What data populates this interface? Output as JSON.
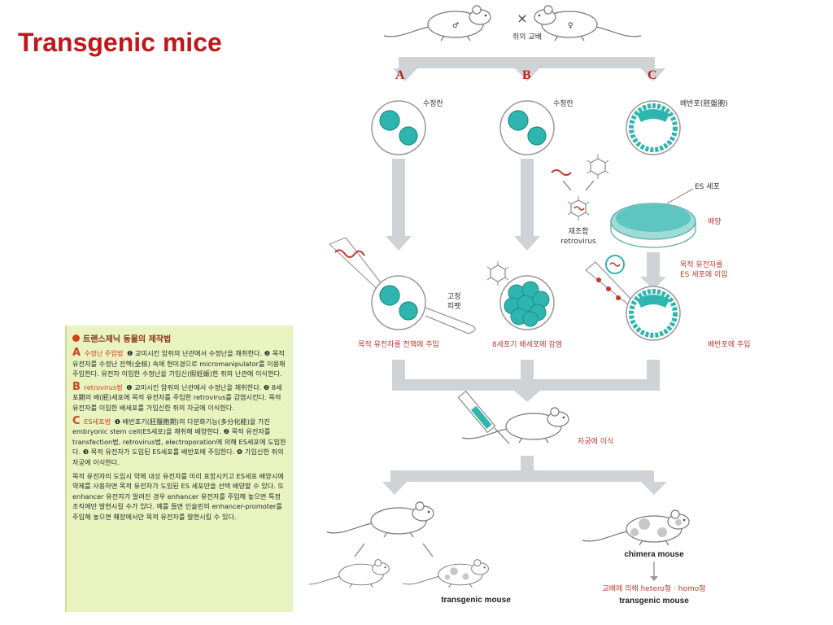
{
  "slide": {
    "title": "Transgenic mice"
  },
  "panel": {
    "title": "트랜스제닉 동물의 제작법",
    "items": [
      {
        "letter": "A",
        "head": "수정난 주입법",
        "text": "❶ 교미시킨 암쥐의 난관에서 수정난을 채취한다. ❷ 목적 유전자를 수정난 전핵(全核) 속에 현미경으로 micromanipulator를 이용해 주입한다. 유전자 이입한 수정난을 가임신(假妊娠)한 쥐의 난관에 이식한다."
      },
      {
        "letter": "B",
        "head": "retrovirus법",
        "text": "❶ 교미시킨 암쥐의 난관에서 수정난을 채취한다. ❷ 8세포期의 배(胚)세포에 목적 유전자를 주입한 retrovirus를 감염시킨다. 목적 유전자를 이입한 배세포를 가임신한 쥐의 자궁에 이식한다."
      },
      {
        "letter": "C",
        "head": "ES세포법",
        "text": "❶ 배반포기(胚盤胞期)의 다분화기능(多分化能)을 가진 embryonic stem cell(ES세포)을 채취해 배양한다. ❷ 목적 유전자를 transfection법, retrovirus법, electroporation에 의해 ES세포에 도입한다. ❸ 목적 유전자가 도입된 ES세포를 배반포에 주입한다. ❹ 가임신한 쥐의 자궁에 이식한다."
      }
    ],
    "note": "목적 유전자의 도입시 약제 내성 유전자를 미리 포함시키고 ES세포 배양시에 약제를 사용하면 목적 유전자가 도입된 ES 세포만을 선택 배양할 수 있다. 또 enhancer 유전자가 알려진 경우 enhancer 유전자를 주입해 놓으면 특정 조직에만 발현시킬 수가 있다. 예를 들면 인슐린의 enhancer-promoter를 주입해 놓으면 췌장에서만 목적 유전자를 발현시킬 수 있다."
  },
  "figure": {
    "cross_label": "쥐의 교배",
    "male_symbol": "♂",
    "female_symbol": "♀",
    "letters": [
      "A",
      "B",
      "C"
    ],
    "fertilized_egg": "수정란",
    "blastocyst": "배반포(胚盤胞)",
    "es_cell": "ES 세포",
    "culture": "배양",
    "recomb_retrovirus": [
      "재조합",
      "retrovirus"
    ],
    "fixing_pipette": [
      "고정",
      "피펫"
    ],
    "es_insert": [
      "목적 유전자를",
      "ES 세포에 이입"
    ],
    "step_a": "목적 유전자를 전핵에 주입",
    "step_b": "8세포기 배세포에 감염",
    "step_c": "배반포에 주입",
    "uterus": "자궁에 이식",
    "chimera": "chimera mouse",
    "transgenic_left": "transgenic mouse",
    "hetero_homo": "교배에 의해 hetero형 · homo형",
    "transgenic_right": "transgenic mouse"
  },
  "colors": {
    "title": "#c0171b",
    "panel_bg": "#e9f3bf",
    "cell_teal": "#2fb5b0",
    "arrow_gray": "#cfd3d6",
    "label_red": "#c0392b"
  }
}
